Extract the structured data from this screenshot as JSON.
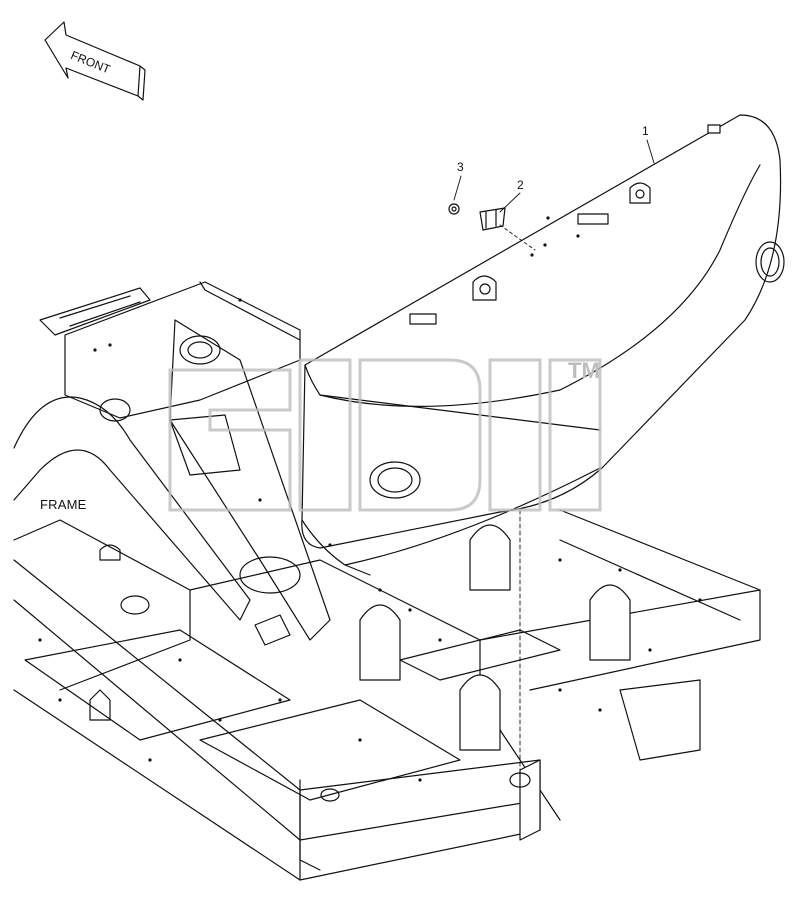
{
  "diagram": {
    "front_label": "FRONT",
    "frame_label": "FRAME",
    "callouts": [
      {
        "number": "1",
        "part": "counterweight"
      },
      {
        "number": "2",
        "part": "bracket"
      },
      {
        "number": "3",
        "part": "nut"
      }
    ],
    "watermark_mark": "TM",
    "colors": {
      "line": "#111111",
      "watermark": "#bdbdbd",
      "background": "#ffffff"
    }
  }
}
